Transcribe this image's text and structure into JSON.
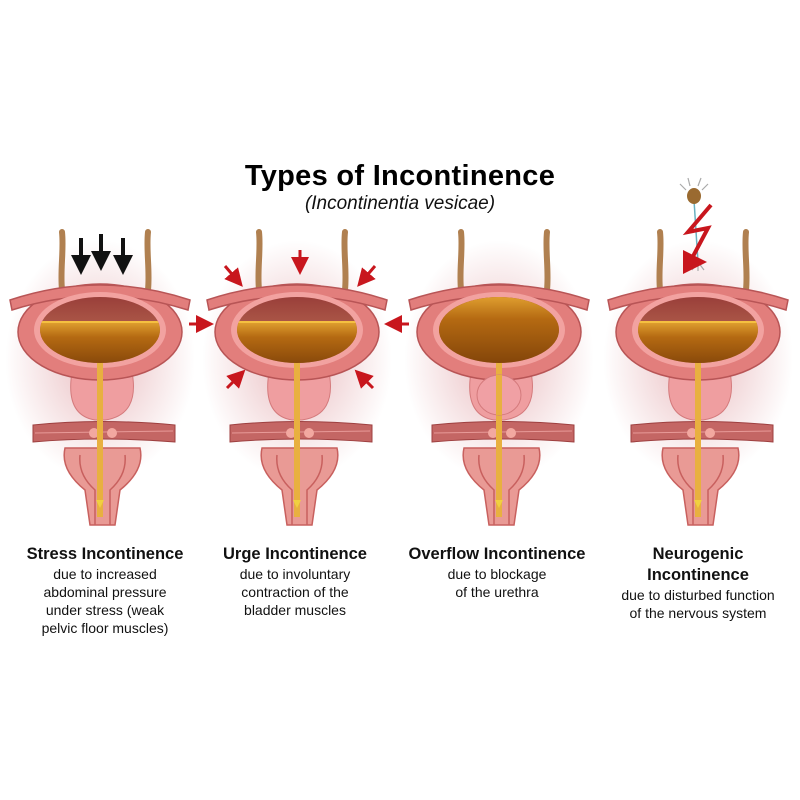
{
  "title": "Types of Incontinence",
  "subtitle": "(Incontinentia vesicae)",
  "types": [
    {
      "name": "Stress Incontinence",
      "description": "due to increased abdominal pressure under stress (weak pelvic floor muscles)",
      "icon": "black-pressure-arrows"
    },
    {
      "name": "Urge Incontinence",
      "description": "due to involuntary contraction of the bladder muscles",
      "icon": "red-contraction-arrows"
    },
    {
      "name": "Overflow Incontinence",
      "description": "due to blockage of the urethra",
      "icon": "overfilled-bladder"
    },
    {
      "name": "Neurogenic Incontinence",
      "description": "due to disturbed function of the nervous system",
      "icon": "neuron-lightning"
    }
  ],
  "colors": {
    "tissue": "#e88a8a",
    "urine": "#a8620e",
    "arrow_red": "#c8161d",
    "arrow_black": "#111111"
  }
}
